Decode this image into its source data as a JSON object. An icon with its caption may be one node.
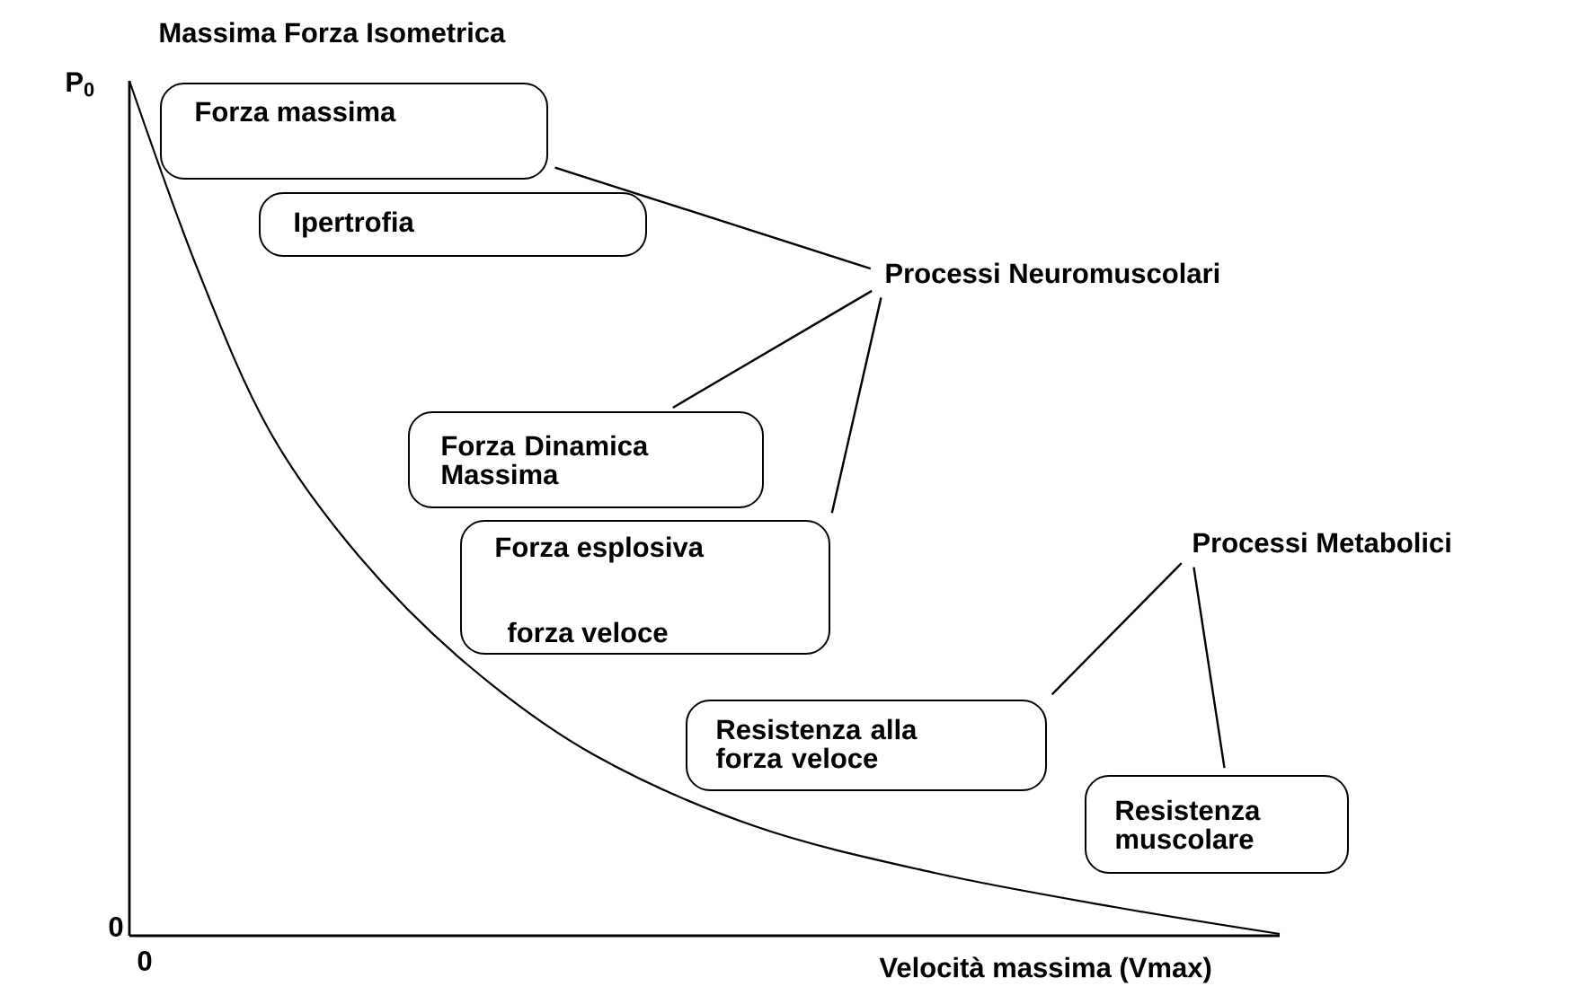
{
  "diagram": {
    "nodes": [
      {
        "text": [
          "Forza massima"
        ]
      },
      {
        "text": [
          "Ipertrofia"
        ]
      },
      {
        "text": [
          "Processi Neuromuscolari"
        ]
      },
      {
        "text": [
          "Forza Dinamica Massima"
        ]
      },
      {
        "text": [
          "Forza esplosiva",
          "forza veloce"
        ]
      },
      {
        "text": [
          "Processi Metabolici"
        ]
      },
      {
        "text": [
          "Resistenza alla forza veloce"
        ]
      },
      {
        "text": [
          "Resistenza muscolare"
        ]
      }
    ],
    "edges": [
      {
        "from": 0,
        "to": 2,
        "arrow": "none"
      },
      {
        "from": 3,
        "to": 2,
        "arrow": "none"
      },
      {
        "from": 4,
        "to": 2,
        "arrow": "none"
      },
      {
        "from": 6,
        "to": 5,
        "arrow": "none"
      },
      {
        "from": 7,
        "to": 5,
        "arrow": "none"
      }
    ],
    "labels": [
      "Massima Forza Isometrica",
      "P$_{0}$",
      "0",
      "0",
      "Velocità massima (Vmax)"
    ]
  }
}
